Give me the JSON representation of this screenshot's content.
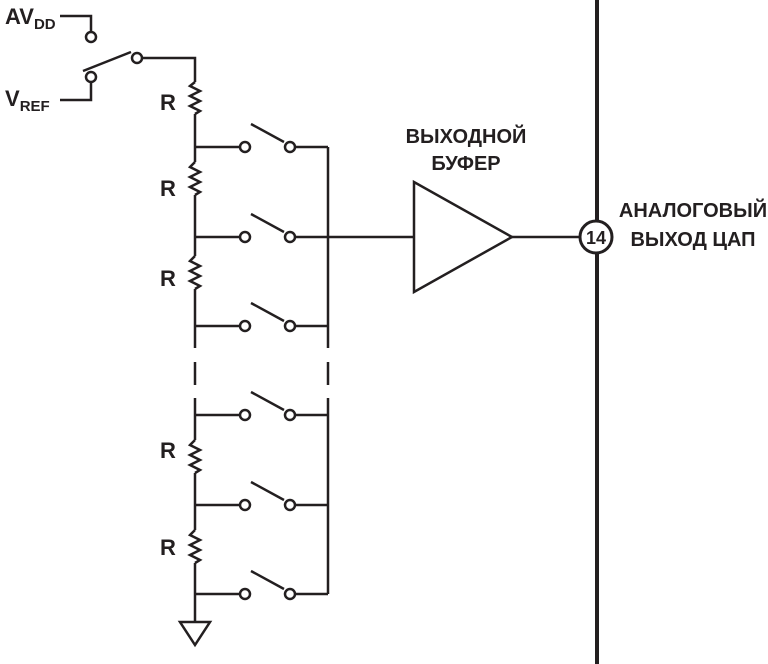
{
  "inputs": {
    "avdd": {
      "main": "AV",
      "sub": "DD"
    },
    "vref": {
      "main": "V",
      "sub": "REF"
    }
  },
  "resistor_label": "R",
  "buffer": {
    "line1": "ВЫХОДНОЙ",
    "line2": "БУФЕР"
  },
  "output": {
    "pin_number": "14",
    "line1": "АНАЛОГОВЫЙ",
    "line2": "ВЫХОД ЦАП"
  },
  "colors": {
    "ink": "#231f20",
    "background": "#ffffff"
  }
}
